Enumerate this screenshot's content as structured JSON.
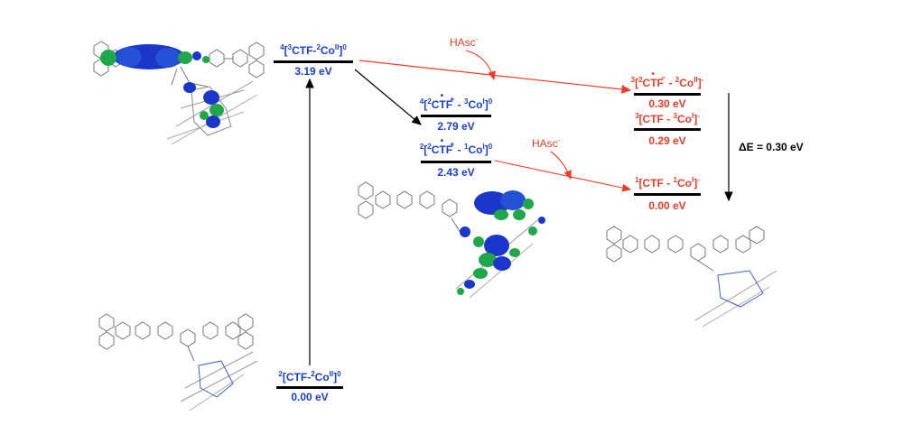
{
  "states": {
    "s_init": {
      "pre": "2",
      "main": "[CTF-",
      "pre2": "2",
      "metal": "Co",
      "ox": "II",
      "close": "]",
      "charge": "0",
      "energy": "0.00 eV"
    },
    "s_top": {
      "pre": "4",
      "inner": "3",
      "main": "CTF-",
      "pre2": "2",
      "metal": "Co",
      "ox": "II",
      "close": "]",
      "charge": "0",
      "energy": "3.19 eV"
    },
    "s_q": {
      "pre": "4",
      "inner": "2",
      "main": "CTF",
      "dot_sign": "+",
      "sep": " - ",
      "pre2": "3",
      "metal": "Co",
      "ox": "I",
      "close": "]",
      "charge": "0",
      "energy": "2.79 eV"
    },
    "s_d": {
      "pre": "2",
      "inner": "2",
      "main": "CTF",
      "dot_sign": "+",
      "sep": " - ",
      "pre2": "1",
      "metal": "Co",
      "ox": "I",
      "close": "]",
      "charge": "0",
      "energy": "2.43 eV"
    },
    "r_t1": {
      "pre": "3",
      "inner": "2",
      "main": "CTF",
      "dot_sign": "−",
      "sep": " - ",
      "pre2": "2",
      "metal": "Co",
      "ox": "II",
      "close": "]",
      "charge": "-",
      "energy": "0.30 eV"
    },
    "r_t2": {
      "pre": "3",
      "main": "[CTF - ",
      "pre2": "3",
      "metal": "Co",
      "ox": "I",
      "close": "]",
      "charge": "-",
      "energy": "0.29 eV"
    },
    "r_s": {
      "pre": "1",
      "main": "[CTF - ",
      "pre2": "1",
      "metal": "Co",
      "ox": "I",
      "close": "]",
      "charge": "-",
      "energy": "0.00 eV"
    }
  },
  "hasc": {
    "text": "HAsc",
    "sup": "-"
  },
  "delta_e": "ΔE = 0.30 eV",
  "colors": {
    "blue": "#1a3fd6",
    "red": "#f03a26",
    "black": "#000000",
    "orbital_blue": "#1a37c9",
    "orbital_green": "#1fa84a"
  }
}
